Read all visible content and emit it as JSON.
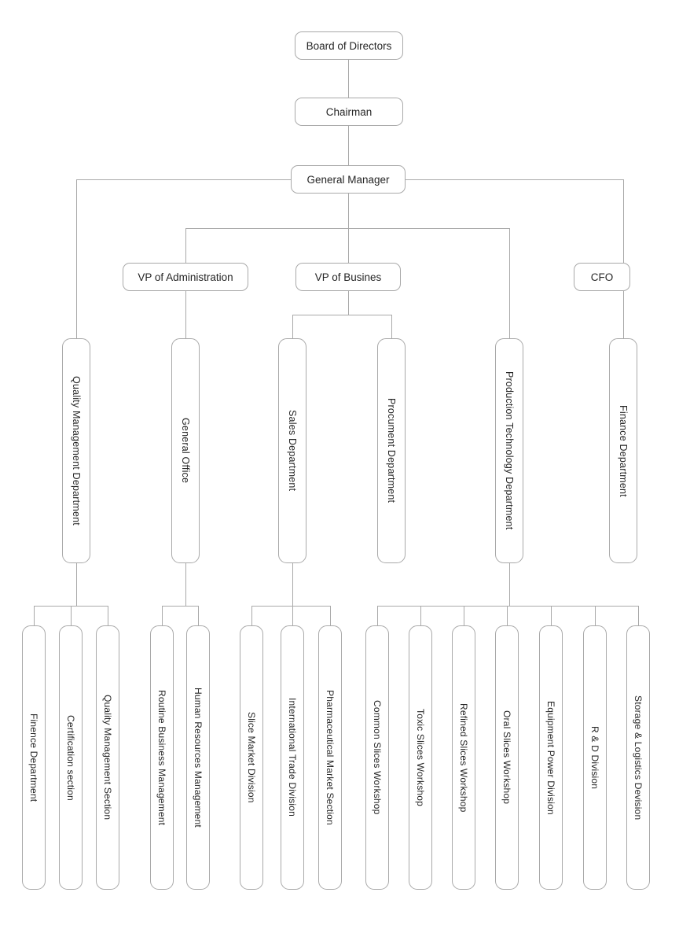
{
  "colors": {
    "border": "#a9a9a9",
    "line": "#a9a9a9",
    "text": "#262626",
    "background": "#ffffff"
  },
  "nodes": {
    "board": "Board of Directors",
    "chairman": "Chairman",
    "general_manager": "General Manager",
    "vp_administration": "VP of Administration",
    "vp_business": "VP of Busines",
    "cfo": "CFO",
    "quality_management_department": "Quality Management Department",
    "general_office": "General Office",
    "sales_department": "Sales Department",
    "procurement_department": "Procument Department",
    "production_technology_department": "Production Technology Department",
    "finance_department": "Finance Department",
    "finence_department": "Finence Department",
    "certification_section": "Certification section",
    "quality_management_section": "Quality Management Section",
    "routine_business_management": "Routine Business Management",
    "human_resources_management": "Human Resources Management",
    "slice_market_division": "Slice Market Division",
    "international_trade_division": "International Trade Division",
    "pharmaceutical_market_section": "Pharmaceutical Market Section",
    "common_slices_workshop": "Common Slices Workshop",
    "toxic_slices_workshop": "Toxic Slices Workshop",
    "refined_slices_workshop": "Refined Slices Workshop",
    "oral_slices_workshop": "Oral Slices Workshop",
    "equipment_power_division": "Equipment Power Division",
    "rd_division": "R & D Division",
    "storage_logistics_devision": "Storage & Logistics Devision"
  },
  "structure": {
    "Board of Directors": [
      "Chairman"
    ],
    "Chairman": [
      "General Manager"
    ],
    "General Manager": [
      "Quality Management Department",
      "VP of Administration",
      "VP of Busines",
      "Production Technology Department",
      "CFO"
    ],
    "VP of Administration": [
      "General Office"
    ],
    "VP of Busines": [
      "Sales Department",
      "Procument Department"
    ],
    "CFO": [
      "Finance Department"
    ],
    "Quality Management Department": [
      "Finence Department",
      "Certification section",
      "Quality Management Section"
    ],
    "General Office": [
      "Routine Business Management",
      "Human Resources Management"
    ],
    "Sales Department": [
      "Slice Market Division",
      "International Trade Division",
      "Pharmaceutical Market Section"
    ],
    "Production Technology Department": [
      "Common Slices Workshop",
      "Toxic Slices Workshop",
      "Refined Slices Workshop",
      "Oral Slices Workshop",
      "Equipment Power Division",
      "R & D Division",
      "Storage & Logistics Devision"
    ]
  }
}
